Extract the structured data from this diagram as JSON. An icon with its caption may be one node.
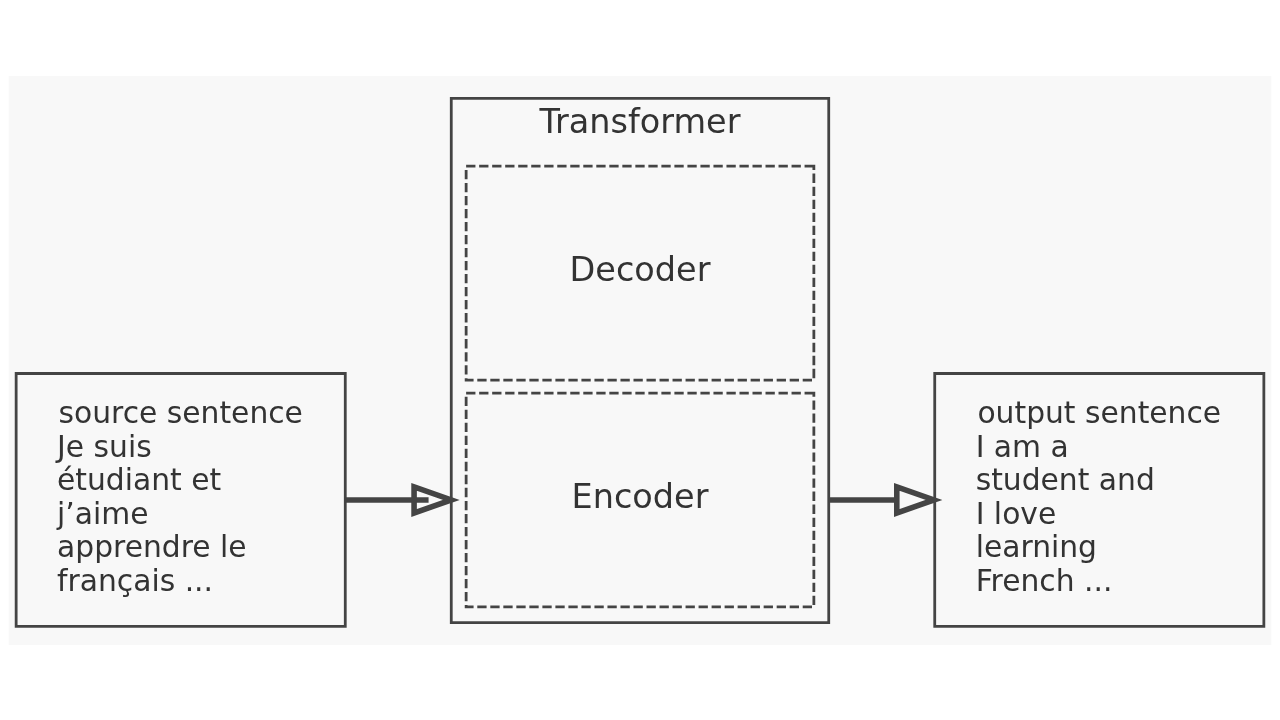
{
  "diagram": {
    "nodes": [
      {
        "text": [
          "source sentence",
          "Je suis étudiant et j’aime apprendre le français ..."
        ]
      },
      {
        "text": [
          "Transformer"
        ]
      },
      {
        "text": [
          "Decoder"
        ],
        "in": 1
      },
      {
        "text": [
          "Encoder"
        ],
        "in": 1
      },
      {
        "text": [
          "output sentence",
          "I am a student and I love learning French ..."
        ]
      }
    ],
    "edges": [
      {
        "from": 0,
        "to": 1,
        "arrow": "to"
      },
      {
        "from": 1,
        "to": 4,
        "arrow": "to"
      }
    ]
  }
}
